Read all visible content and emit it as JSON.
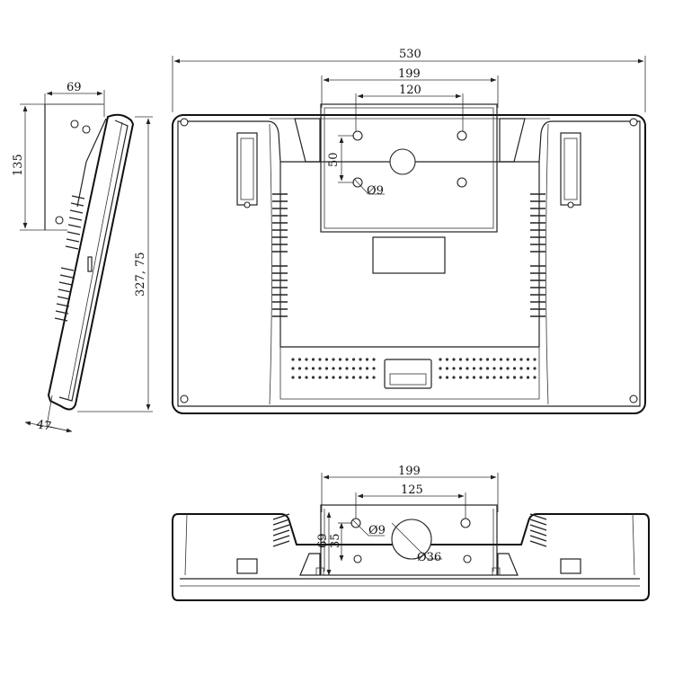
{
  "drawing": {
    "side_view": {
      "width_top": "69",
      "height_short": "135",
      "height_total": "327, 75",
      "depth_bottom": "47"
    },
    "back_view": {
      "overall_width": "530",
      "mount_outer": "199",
      "mount_inner": "120",
      "hole_vertical": "50",
      "hole_diameter": "Ø9"
    },
    "bottom_view": {
      "mount_outer": "199",
      "mount_inner": "125",
      "depth_a": "69",
      "depth_b": "35",
      "hole_small": "Ø9",
      "hole_large": "Ø36"
    }
  }
}
